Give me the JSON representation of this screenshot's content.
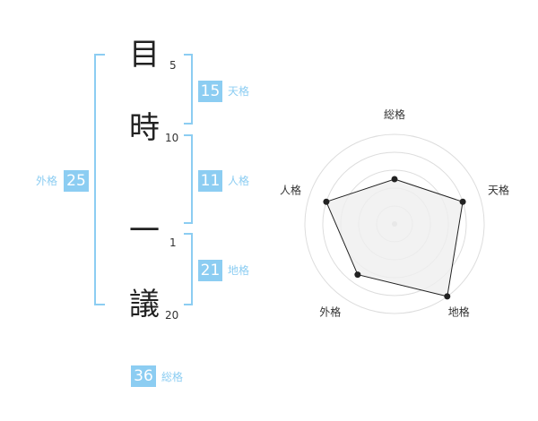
{
  "name_chars": [
    {
      "char": "目",
      "strokes": "5"
    },
    {
      "char": "時",
      "strokes": "10"
    },
    {
      "char": "一",
      "strokes": "1"
    },
    {
      "char": "議",
      "strokes": "20"
    }
  ],
  "kakaku": {
    "tenkaku": {
      "value": "15",
      "label": "天格"
    },
    "jinkaku": {
      "value": "11",
      "label": "人格"
    },
    "chikaku": {
      "value": "21",
      "label": "地格"
    },
    "gaikaku": {
      "value": "25",
      "label": "外格"
    },
    "soukaku": {
      "value": "36",
      "label": "総格"
    }
  },
  "chart_data": {
    "type": "radar",
    "axes": [
      "総格",
      "天格",
      "地格",
      "外格",
      "人格"
    ],
    "values": [
      2.5,
      4,
      5,
      3.5,
      4
    ],
    "rmax": 5,
    "rings": 5,
    "color": "#222222",
    "fill": "#efefef"
  }
}
